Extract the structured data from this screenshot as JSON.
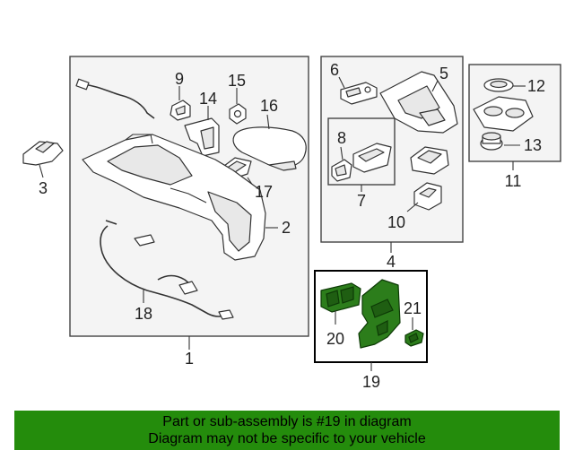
{
  "diagram": {
    "callouts": {
      "c1": "1",
      "c2": "2",
      "c3": "3",
      "c4": "4",
      "c5": "5",
      "c6": "6",
      "c7": "7",
      "c8": "8",
      "c9": "9",
      "c10": "10",
      "c11": "11",
      "c12": "12",
      "c13": "13",
      "c14": "14",
      "c15": "15",
      "c16": "16",
      "c17": "17",
      "c18": "18",
      "c19": "19",
      "c20": "20",
      "c21": "21"
    },
    "highlight_color": "#2c7d1b"
  },
  "banner": {
    "line1": "Part or sub-assembly is #19 in diagram",
    "line2": "Diagram may not be specific to your vehicle",
    "background": "#248c0c"
  }
}
